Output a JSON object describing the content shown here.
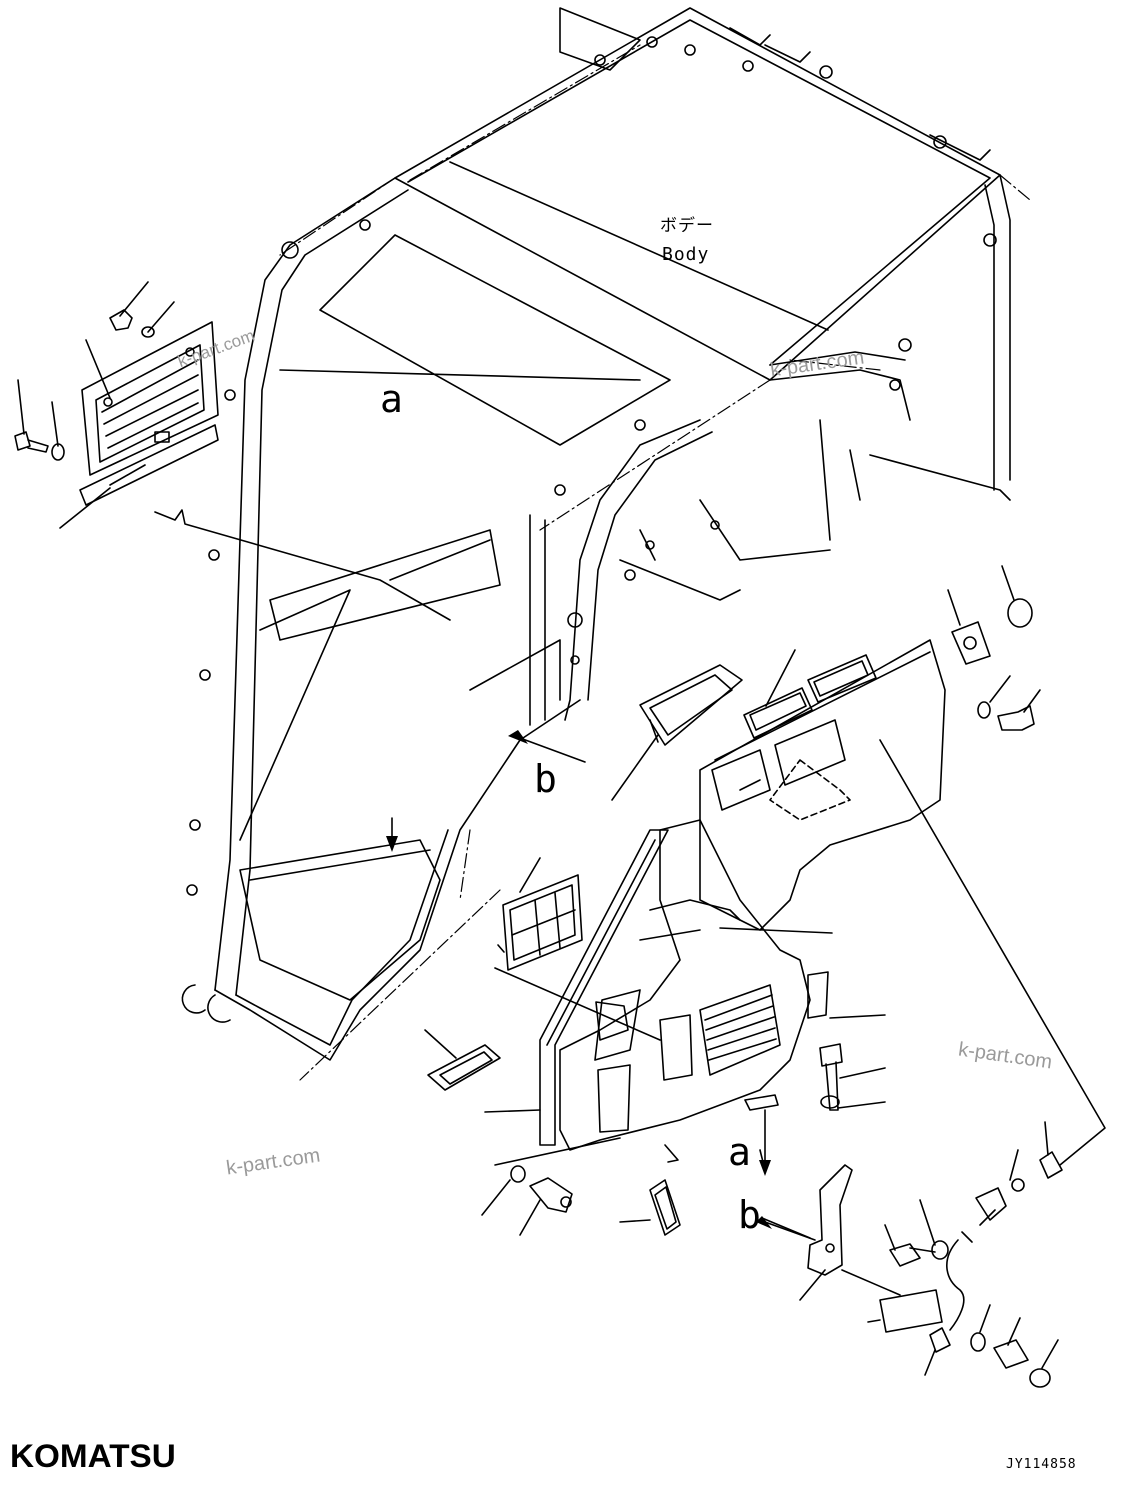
{
  "labels": {
    "body_jp": "ボデー",
    "body_en": "Body"
  },
  "view_markers": {
    "a_top": "a",
    "b_top": "b",
    "a_bottom": "a",
    "b_bottom": "b"
  },
  "watermarks": [
    "k-part.com",
    "k-part.com",
    "k-part.com",
    "k-part.com"
  ],
  "brand": "KOMATSU",
  "drawing_code": "JY114858",
  "colors": {
    "line": "#000000",
    "watermark": "#9a9a9a"
  }
}
